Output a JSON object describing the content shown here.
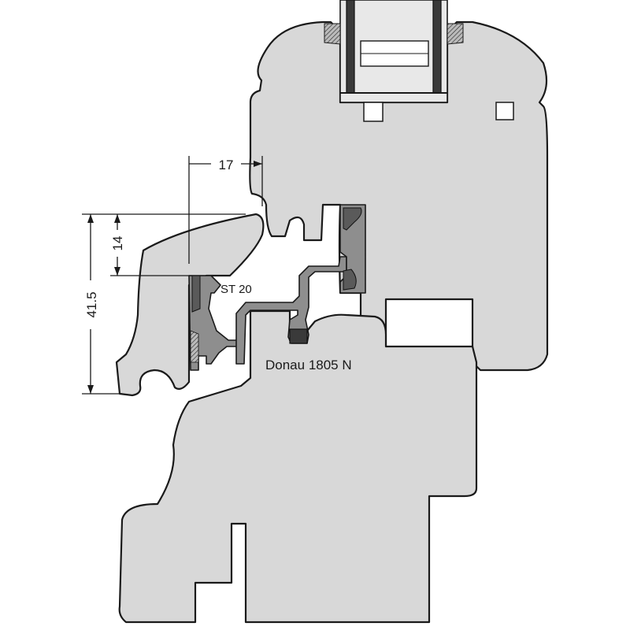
{
  "dimensions": {
    "width_top": "17",
    "height_small": "14",
    "height_total": "41.5"
  },
  "labels": {
    "profile_name": "ST 20",
    "product_name": "Donau 1805 N"
  },
  "colors": {
    "wood": "#d8d8d8",
    "profile": "#8e8e8e",
    "outline": "#1a1a1a"
  }
}
